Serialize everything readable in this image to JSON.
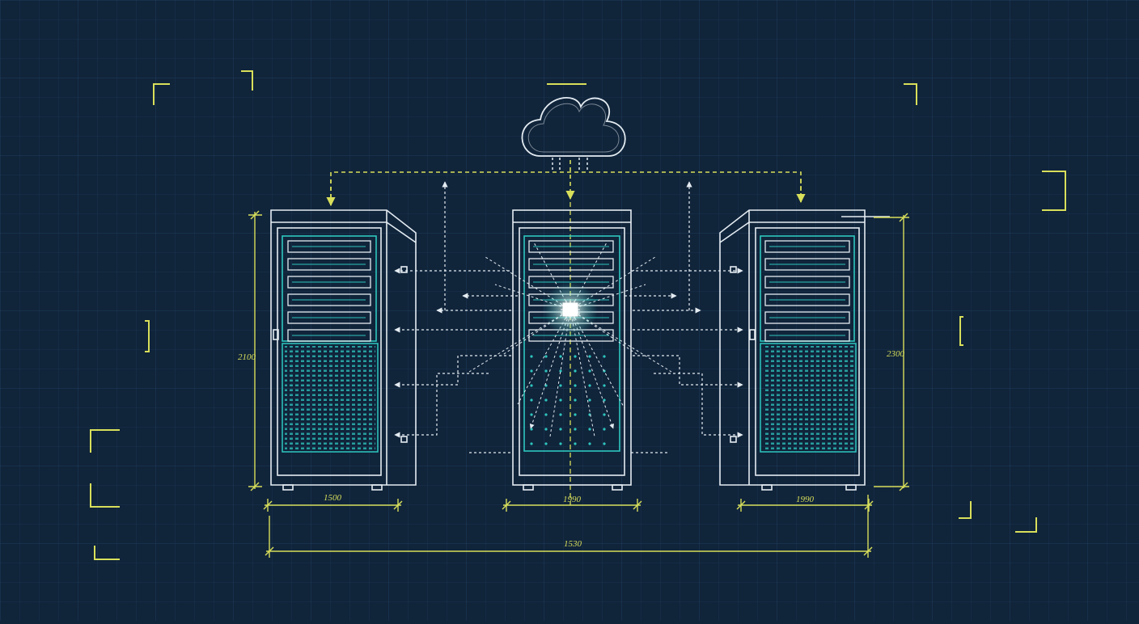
{
  "colors": {
    "background": "#10243a",
    "grid_minor": "#1a3350",
    "grid_major": "#213d5c",
    "line": "#e4ecf2",
    "accent": "#d8df5a",
    "panel": "#2ec6bf",
    "node": "#ffffff"
  },
  "labels": {
    "left_width": "1500",
    "center_width": "1990",
    "right_width": "1990",
    "total_width": "1530",
    "left_height": "2100",
    "right_height": "2300"
  },
  "icons": {
    "cloud": "cloud-icon",
    "hub": "network-hub-icon"
  }
}
